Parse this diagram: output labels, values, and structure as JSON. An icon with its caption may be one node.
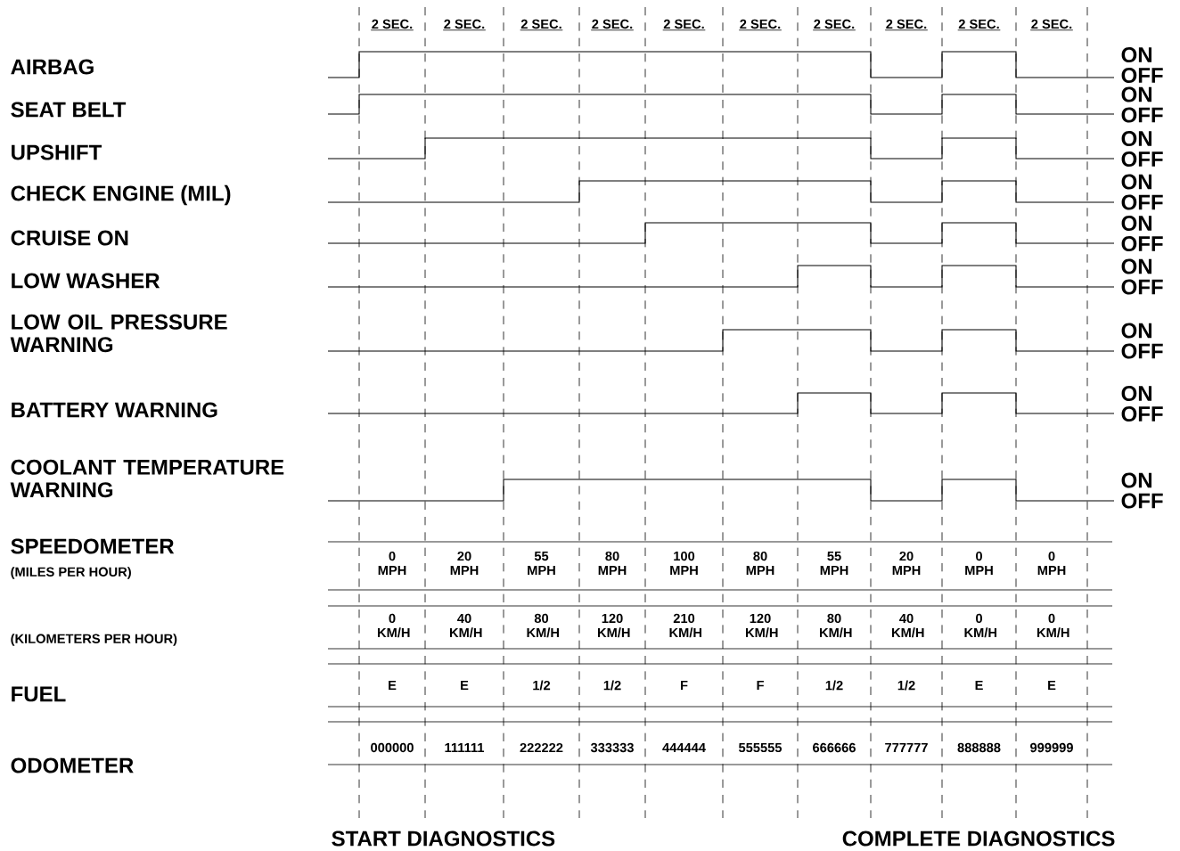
{
  "diagram": {
    "labels": [
      "2 SEC.",
      "2 SEC.",
      "2 SEC.",
      "2 SEC.",
      "2 SEC.",
      "2 SEC.",
      "2 SEC.",
      "2 SEC.",
      "2 SEC.",
      "2 SEC.",
      "AIRBAG",
      "ON",
      "OFF",
      "SEAT BELT",
      "ON",
      "OFF",
      "UPSHIFT",
      "ON",
      "OFF",
      "CHECK ENGINE (MIL)",
      "ON",
      "OFF",
      "CRUISE ON",
      "ON",
      "OFF",
      "LOW WASHER",
      "ON",
      "OFF",
      "LOW OIL PRESSURE WARNING",
      "ON",
      "OFF",
      "BATTERY WARNING",
      "ON",
      "OFF",
      "COOLANT TEMPERATURE WARNING",
      "ON",
      "OFF",
      "SPEEDOMETER",
      "(MILES PER HOUR)",
      "0 MPH",
      "20 MPH",
      "55 MPH",
      "80 MPH",
      "100 MPH",
      "80 MPH",
      "55 MPH",
      "20 MPH",
      "0 MPH",
      "0 MPH",
      "(KILOMETERS PER HOUR)",
      "0 KM/H",
      "40 KM/H",
      "80 KM/H",
      "120 KM/H",
      "210 KM/H",
      "120 KM/H",
      "80 KM/H",
      "40 KM/H",
      "0 KM/H",
      "0 KM/H",
      "FUEL",
      "E",
      "E",
      "1/2",
      "1/2",
      "F",
      "F",
      "1/2",
      "1/2",
      "E",
      "E",
      "ODOMETER",
      "000000",
      "111111",
      "222222",
      "333333",
      "444444",
      "555555",
      "666666",
      "777777",
      "888888",
      "999999",
      "START DIAGNOSTICS",
      "COMPLETE DIAGNOSTICS"
    ]
  }
}
